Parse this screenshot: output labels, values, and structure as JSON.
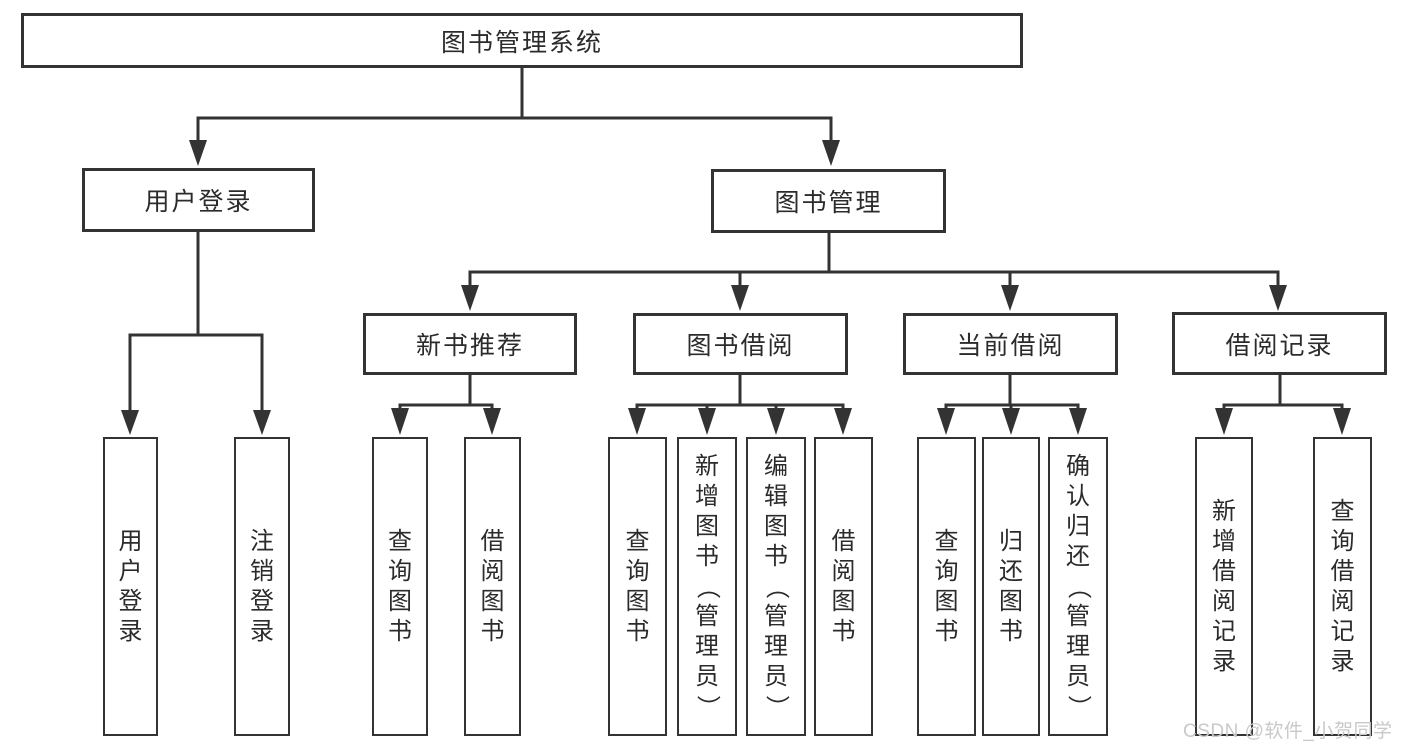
{
  "colors": {
    "line": "#333333",
    "text": "#2b2b2b",
    "bg": "#ffffff",
    "watermark": "#c9c9c9"
  },
  "watermark": {
    "text": "CSDN @软件_小贺同学"
  },
  "tree": {
    "root": "图书管理系统",
    "branches": [
      {
        "label": "用户登录",
        "children": [
          {
            "label": "用户登录"
          },
          {
            "label": "注销登录"
          }
        ]
      },
      {
        "label": "图书管理",
        "children": [
          {
            "label": "新书推荐",
            "children": [
              {
                "label": "查询图书"
              },
              {
                "label": "借阅图书"
              }
            ]
          },
          {
            "label": "图书借阅",
            "children": [
              {
                "label": "查询图书"
              },
              {
                "label": "新增图书（管理员）"
              },
              {
                "label": "编辑图书（管理员）"
              },
              {
                "label": "借阅图书"
              }
            ]
          },
          {
            "label": "当前借阅",
            "children": [
              {
                "label": "查询图书"
              },
              {
                "label": "归还图书"
              },
              {
                "label": "确认归还（管理员）"
              }
            ]
          },
          {
            "label": "借阅记录",
            "children": [
              {
                "label": "新增借阅记录"
              },
              {
                "label": "查询借阅记录"
              }
            ]
          }
        ]
      }
    ]
  }
}
